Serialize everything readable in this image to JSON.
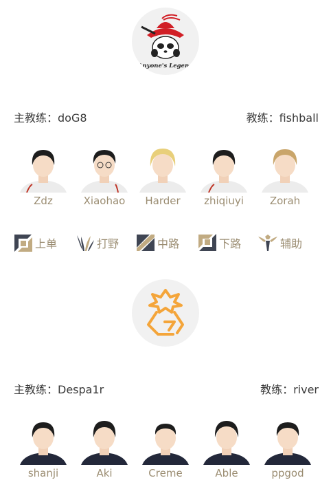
{
  "teams": [
    {
      "logo_text": "Anyone's Legend",
      "head_coach": "主教练：doG8",
      "coach": "教练：fishball",
      "players": [
        "Zdz",
        "Xiaohao",
        "Harder",
        "zhiqiuyi",
        "Zorah"
      ]
    },
    {
      "head_coach": "主教练：Despa1r",
      "coach": "教练：river",
      "players": [
        "shanji",
        "Aki",
        "Creme",
        "Able",
        "ppgod"
      ]
    }
  ],
  "roles": [
    {
      "label": "上单",
      "icon": "top-lane-icon"
    },
    {
      "label": "打野",
      "icon": "jungle-icon"
    },
    {
      "label": "中路",
      "icon": "mid-lane-icon"
    },
    {
      "label": "下路",
      "icon": "bot-lane-icon"
    },
    {
      "label": "辅助",
      "icon": "support-icon"
    }
  ],
  "colors": {
    "name_gold": "#9b8d72",
    "icon_dark": "#3f4553",
    "icon_gold": "#c1ab82",
    "al_red": "#d11f26",
    "team2_orange": "#f4a53a"
  }
}
